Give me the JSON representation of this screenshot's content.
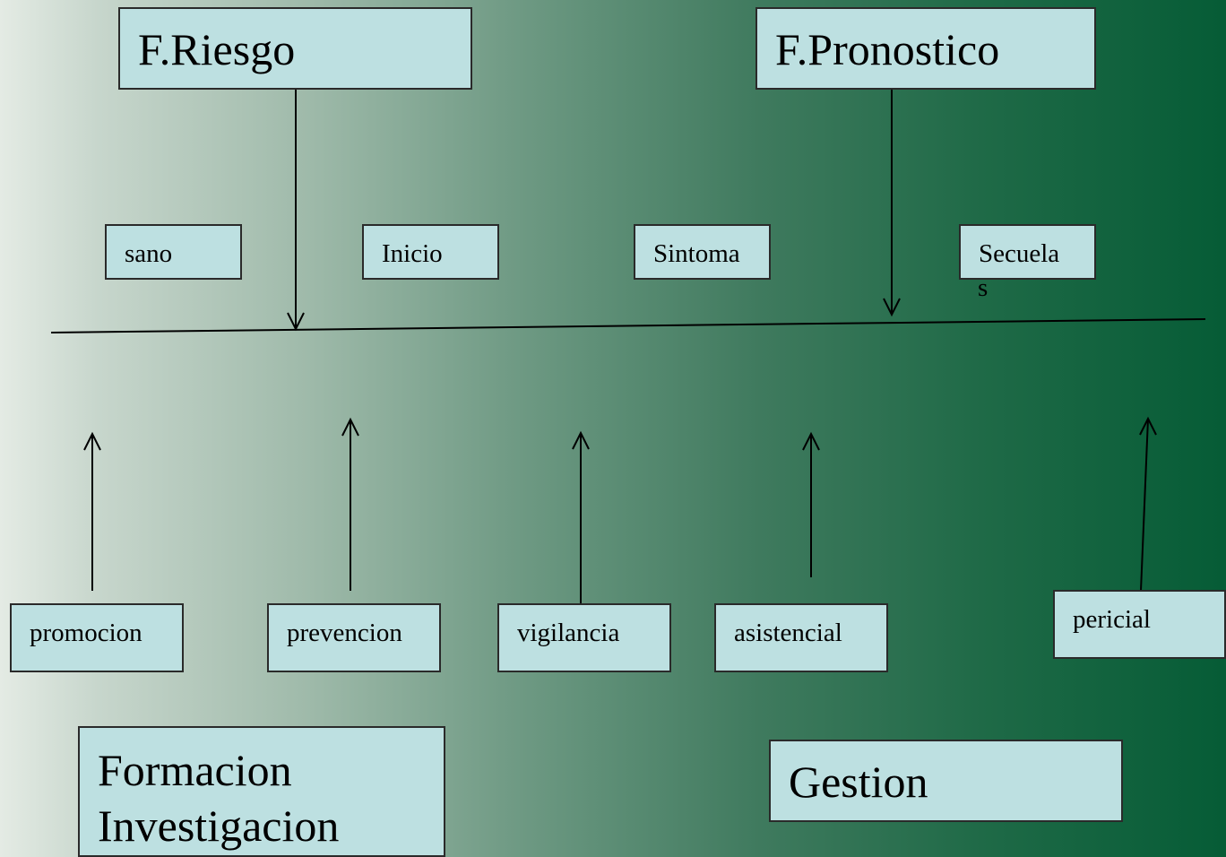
{
  "top_factors": {
    "riesgo": "F.Riesgo",
    "pronostico": "F.Pronostico"
  },
  "stages": {
    "sano": "sano",
    "inicio": "Inicio",
    "sintoma": "Sintoma",
    "secuelas_line1": "Secuela",
    "secuelas_line2": "s"
  },
  "activities": {
    "promocion": "promocion",
    "prevencion": "prevencion",
    "vigilancia": "vigilancia",
    "asistencial": "asistencial",
    "pericial": "pericial"
  },
  "bottom": {
    "formacion_line1": "Formacion",
    "formacion_line2": "Investigacion",
    "gestion": "Gestion"
  },
  "colors": {
    "box_fill": "#bde0e1",
    "line": "#000000",
    "bg_left": "#e4ebe4",
    "bg_right": "#065c36"
  }
}
